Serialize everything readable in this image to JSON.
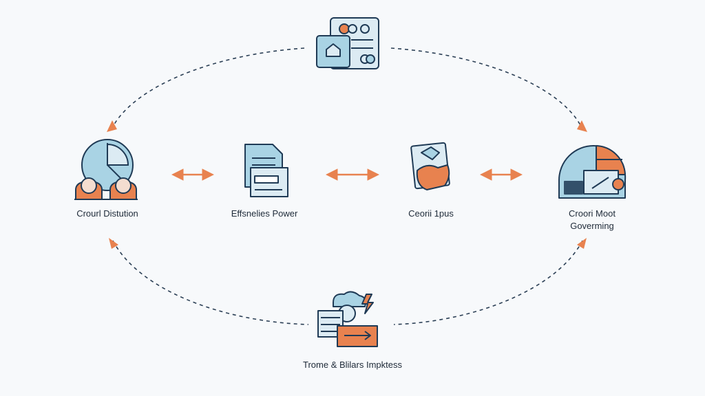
{
  "colors": {
    "background": "#f7f9fb",
    "outline": "#1f3a55",
    "fill_blue": "#a9d3e4",
    "fill_light": "#dcebf3",
    "accent": "#e8824f",
    "dash": "#2b3f55",
    "text": "#1e2a38"
  },
  "nodes": {
    "top": {
      "icon": "profile-card-icon",
      "label": ""
    },
    "left": {
      "icon": "clock-people-icon",
      "label": "Crourl Distution"
    },
    "center_left": {
      "icon": "documents-icon",
      "label": "Effsnelies Power"
    },
    "center_right": {
      "icon": "hand-document-icon",
      "label": "Ceorii 1pus"
    },
    "right": {
      "icon": "pie-desk-icon",
      "label_line1": "Croori Moot",
      "label_line2": "Goverming"
    },
    "bottom": {
      "icon": "machine-lightning-icon",
      "label": "Trome & Blilars Impktess"
    }
  },
  "connectors": {
    "cycle": "dashed-ellipse-with-arrowheads",
    "links": [
      "double-arrow",
      "double-arrow",
      "double-arrow"
    ]
  }
}
